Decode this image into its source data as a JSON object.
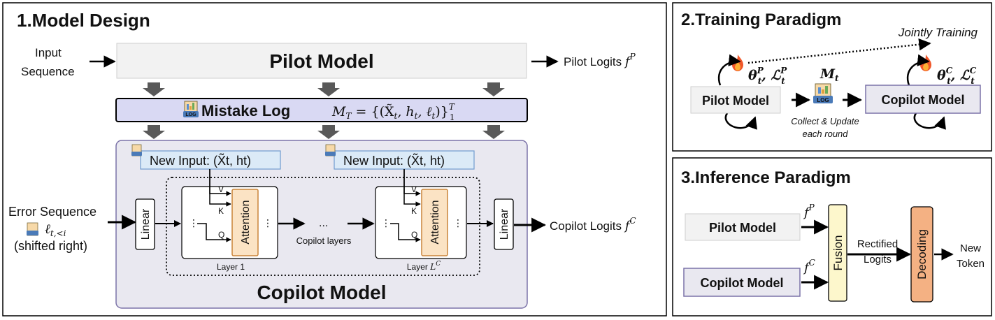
{
  "panel1": {
    "title": "1.Model Design",
    "input_label": [
      "Input",
      "Sequence"
    ],
    "pilot_model": "Pilot Model",
    "pilot_logits": "Pilot Logits",
    "pilot_logits_math": "f",
    "pilot_logits_sup": "P",
    "mistake_log": "Mistake Log",
    "mistake_log_formula": "M",
    "mistake_log_formula_sub": "T",
    "mistake_log_formula_body": " = {(X̃",
    "mistake_log_formula_mid": ", h",
    "mistake_log_formula_mid2": ", ℓ",
    "mistake_log_formula_end": ")}",
    "mistake_log_formula_sup": "T",
    "mistake_log_formula_low": "1",
    "new_input_1": "New Input: (X̃t, ht)",
    "new_input_2": "New Input: (X̃t, ht)",
    "error_sequence": "Error Sequence",
    "error_seq_math": "ℓ",
    "error_seq_sub": "t,<i",
    "shifted_right": "(shifted right)",
    "linear": "Linear",
    "attention": "Attention",
    "vkq": [
      "V",
      "K",
      "Q"
    ],
    "copilot_layers": "Copilot layers",
    "layer1": "Layer 1",
    "layerL": "Layer L",
    "layerL_sup": "C",
    "ellipsis": "...",
    "copilot_logits": "Copilot Logits",
    "copilot_logits_math": "f",
    "copilot_logits_sup": "C",
    "copilot_model": "Copilot Model"
  },
  "panel2": {
    "title": "2.Training Paradigm",
    "jointly": "Jointly Training",
    "pilot_model": "Pilot Model",
    "copilot_model": "Copilot Model",
    "theta_p": "θ",
    "theta_p_sup": "P",
    "theta_p_sub": "t",
    "loss_p": ", ℒ",
    "loss_p_sup": "P",
    "loss_p_sub": "t",
    "theta_c": "θ",
    "theta_c_sup": "C",
    "theta_c_sub": "t",
    "loss_c": ", ℒ",
    "loss_c_sup": "C",
    "loss_c_sub": "t",
    "mt": "M",
    "mt_sub": "t",
    "collect": [
      "Collect & Update",
      "each round"
    ]
  },
  "panel3": {
    "title": "3.Inference Paradigm",
    "pilot_model": "Pilot Model",
    "copilot_model": "Copilot Model",
    "fp": "f",
    "fp_sup": "P",
    "fc": "f",
    "fc_sup": "C",
    "fusion": "Fusion",
    "rectified": [
      "Rectified",
      "Logits"
    ],
    "decoding": "Decoding",
    "new_token": [
      "New",
      "Token"
    ]
  },
  "colors": {
    "pilot_fill": "#f2f2f2",
    "mistake_fill": "#d9d9f3",
    "copilot_fill": "#e9e8f0",
    "new_input_fill": "#dbeaf7",
    "attention_fill": "#fbe3c4",
    "fusion_fill": "#fdf7cc",
    "decoding_fill": "#f4b183",
    "copilot_border": "#7b72a8",
    "gray_arrow": "#595959"
  }
}
